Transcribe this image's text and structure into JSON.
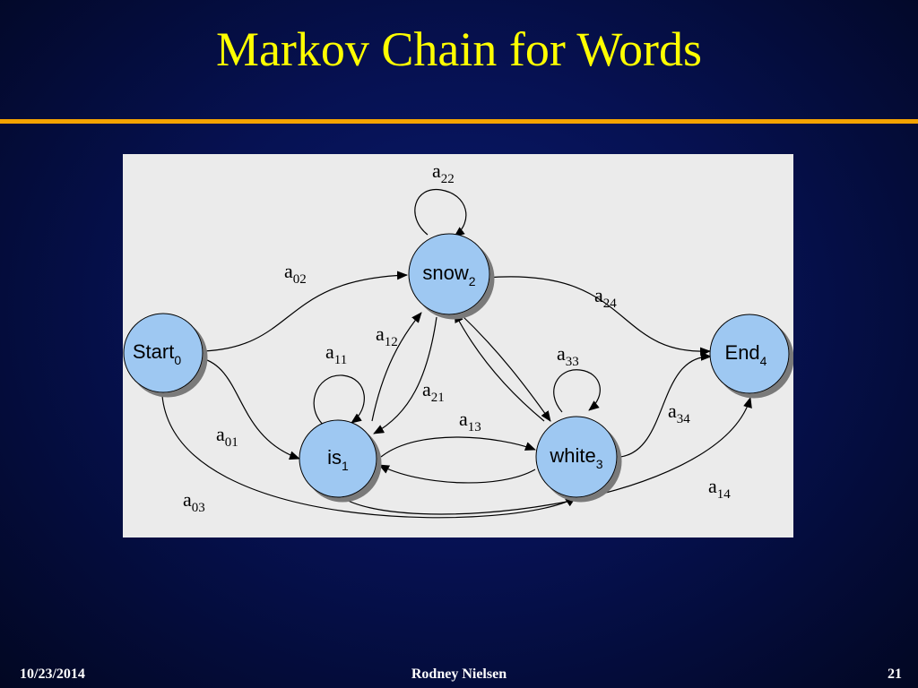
{
  "slide": {
    "title": "Markov Chain for Words",
    "footer_date": "10/23/2014",
    "footer_author": "Rodney Nielsen",
    "page_number": "21"
  },
  "colors": {
    "background": "#061152",
    "title": "#ffff00",
    "rule": "#f5a300",
    "node_fill": "#9ec8f2",
    "panel": "#ebebeb"
  },
  "nodes": [
    {
      "id": "start",
      "label": "Start",
      "sub": "0"
    },
    {
      "id": "is",
      "label": "is",
      "sub": "1"
    },
    {
      "id": "snow",
      "label": "snow",
      "sub": "2"
    },
    {
      "id": "white",
      "label": "white",
      "sub": "3"
    },
    {
      "id": "end",
      "label": "End",
      "sub": "4"
    }
  ],
  "edges": [
    {
      "id": "a01",
      "base": "a",
      "sub": "01",
      "from": "start",
      "to": "is"
    },
    {
      "id": "a02",
      "base": "a",
      "sub": "02",
      "from": "start",
      "to": "snow"
    },
    {
      "id": "a03",
      "base": "a",
      "sub": "03",
      "from": "start",
      "to": "white"
    },
    {
      "id": "a11",
      "base": "a",
      "sub": "11",
      "from": "is",
      "to": "is"
    },
    {
      "id": "a12",
      "base": "a",
      "sub": "12",
      "from": "is",
      "to": "snow"
    },
    {
      "id": "a13",
      "base": "a",
      "sub": "13",
      "from": "is",
      "to": "white"
    },
    {
      "id": "a14",
      "base": "a",
      "sub": "14",
      "from": "is",
      "to": "end"
    },
    {
      "id": "a21",
      "base": "a",
      "sub": "21",
      "from": "snow",
      "to": "is"
    },
    {
      "id": "a22",
      "base": "a",
      "sub": "22",
      "from": "snow",
      "to": "snow"
    },
    {
      "id": "a23",
      "from": "snow",
      "to": "white"
    },
    {
      "id": "a24",
      "base": "a",
      "sub": "24",
      "from": "snow",
      "to": "end"
    },
    {
      "id": "a31",
      "from": "white",
      "to": "is"
    },
    {
      "id": "a32",
      "from": "white",
      "to": "snow"
    },
    {
      "id": "a33",
      "base": "a",
      "sub": "33",
      "from": "white",
      "to": "white"
    },
    {
      "id": "a34",
      "base": "a",
      "sub": "34",
      "from": "white",
      "to": "end"
    }
  ]
}
